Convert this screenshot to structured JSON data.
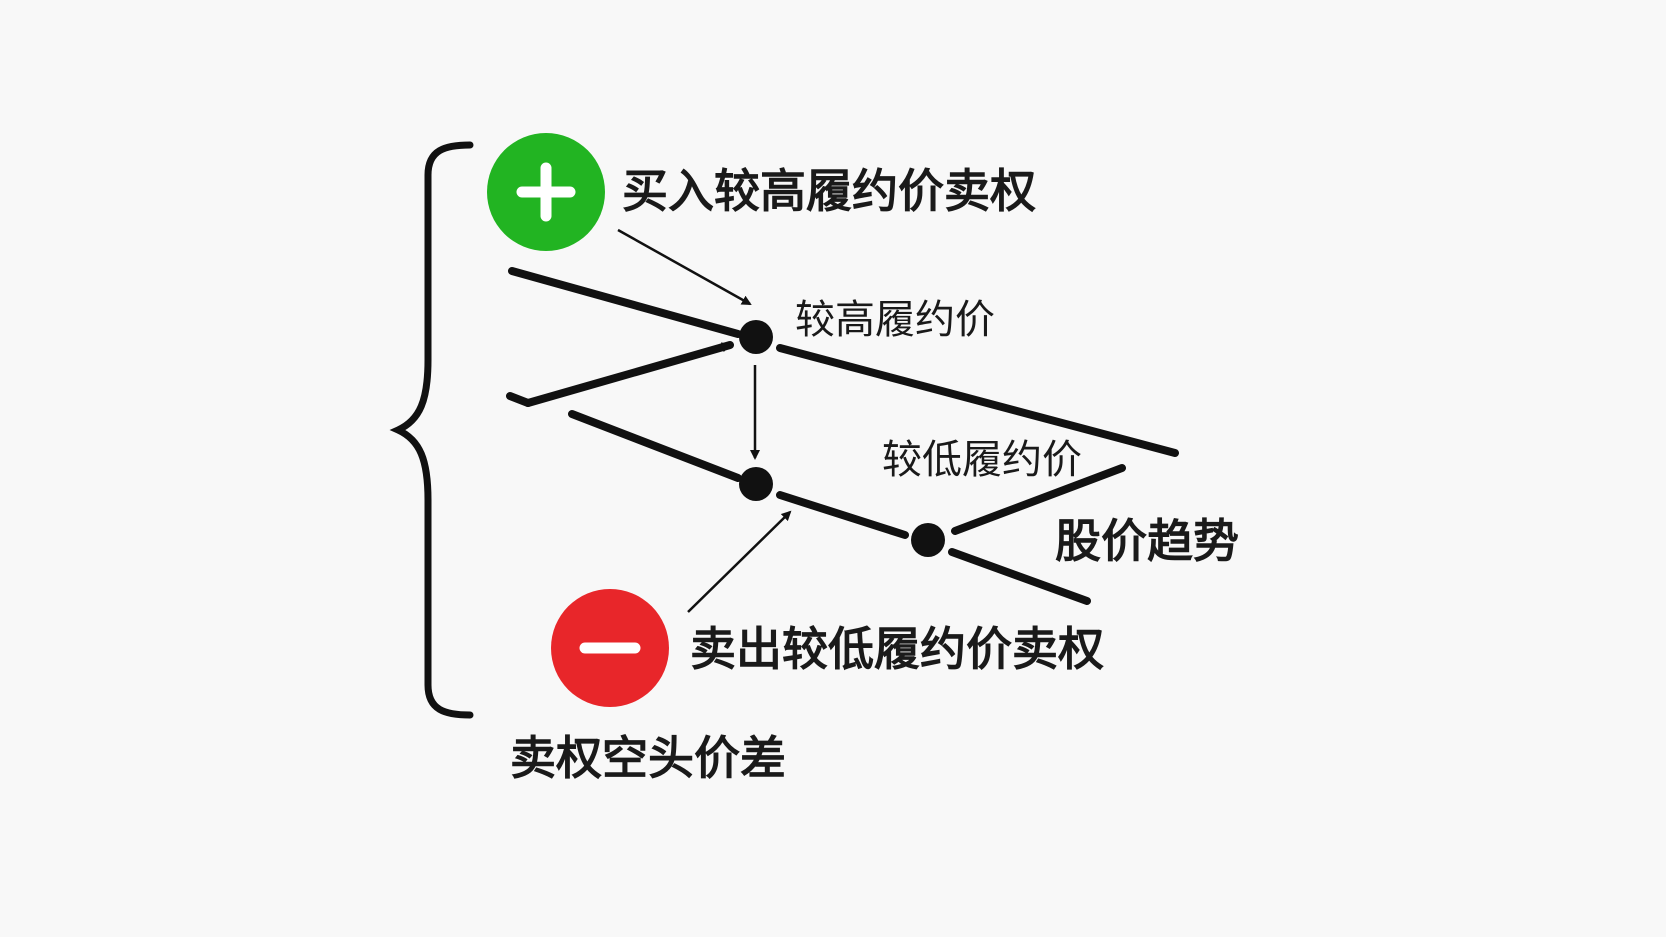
{
  "labels": {
    "buy_higher_put": "买入较高履约价卖权",
    "higher_strike": "较高履约价",
    "lower_strike": "较低履约价",
    "stock_trend": "股价趋势",
    "sell_lower_put": "卖出较低履约价卖权",
    "strategy_name": "卖权空头价差"
  },
  "icons": {
    "buy": {
      "name": "plus-icon",
      "glyph": "+",
      "color": "#22b422"
    },
    "sell": {
      "name": "minus-icon",
      "glyph": "−",
      "color": "#e8262a"
    }
  }
}
